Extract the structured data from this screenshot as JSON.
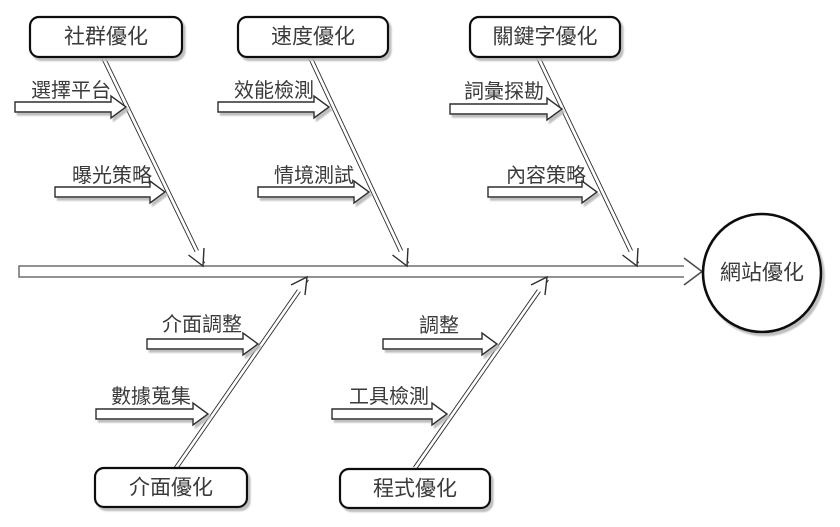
{
  "diagram": {
    "type": "fishbone",
    "background_color": "#ffffff",
    "shape_fill_color": "#ffffff",
    "shape_stroke_color": "#111111",
    "line_color": "#636363",
    "text_color": "#3a3a3a",
    "shadow_color": "#b8b8b8",
    "effect": {
      "label": "網站優化"
    },
    "top_branches": [
      {
        "label": "社群優化",
        "causes": [
          "選擇平台",
          "曝光策略"
        ]
      },
      {
        "label": "速度優化",
        "causes": [
          "效能檢測",
          "情境測試"
        ]
      },
      {
        "label": "關鍵字優化",
        "causes": [
          "詞彙探勘",
          "內容策略"
        ]
      }
    ],
    "bottom_branches": [
      {
        "label": "介面優化",
        "causes": [
          "介面調整",
          "數據蒐集"
        ]
      },
      {
        "label": "程式優化",
        "causes": [
          "調整",
          "工具檢測"
        ]
      }
    ]
  }
}
